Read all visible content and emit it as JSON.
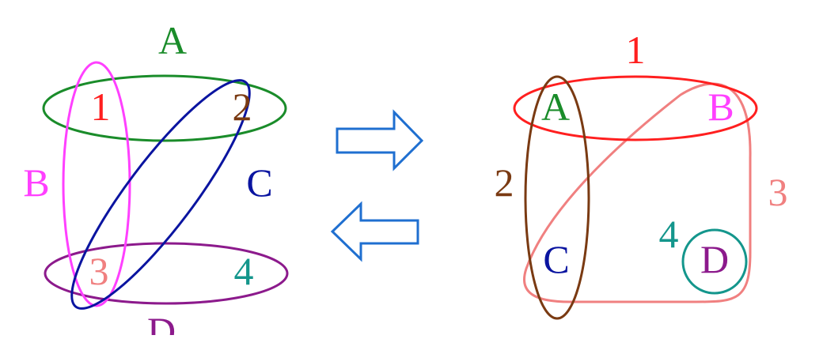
{
  "left_hypergraph": {
    "vertices": [
      {
        "label": "1",
        "color": "#ff1f1f"
      },
      {
        "label": "2",
        "color": "#7a3a12"
      },
      {
        "label": "3",
        "color": "#f08080"
      },
      {
        "label": "4",
        "color": "#14968c"
      }
    ],
    "edges": [
      {
        "label": "A",
        "color": "#1a8c2a"
      },
      {
        "label": "B",
        "color": "#ff40ff"
      },
      {
        "label": "C",
        "color": "#0a14a0"
      },
      {
        "label": "D",
        "color": "#8c1a8c"
      }
    ]
  },
  "right_hypergraph": {
    "vertices": [
      {
        "label": "A",
        "color": "#1a8c2a"
      },
      {
        "label": "B",
        "color": "#ff40ff"
      },
      {
        "label": "C",
        "color": "#0a14a0"
      },
      {
        "label": "D",
        "color": "#8c1a8c"
      }
    ],
    "edges": [
      {
        "label": "1",
        "color": "#ff1f1f"
      },
      {
        "label": "2",
        "color": "#7a3a12"
      },
      {
        "label": "3",
        "color": "#f08080"
      },
      {
        "label": "4",
        "color": "#14968c"
      }
    ]
  },
  "arrows": {
    "forward": {
      "color": "#1f6fd0"
    },
    "backward": {
      "color": "#1f6fd0"
    }
  }
}
